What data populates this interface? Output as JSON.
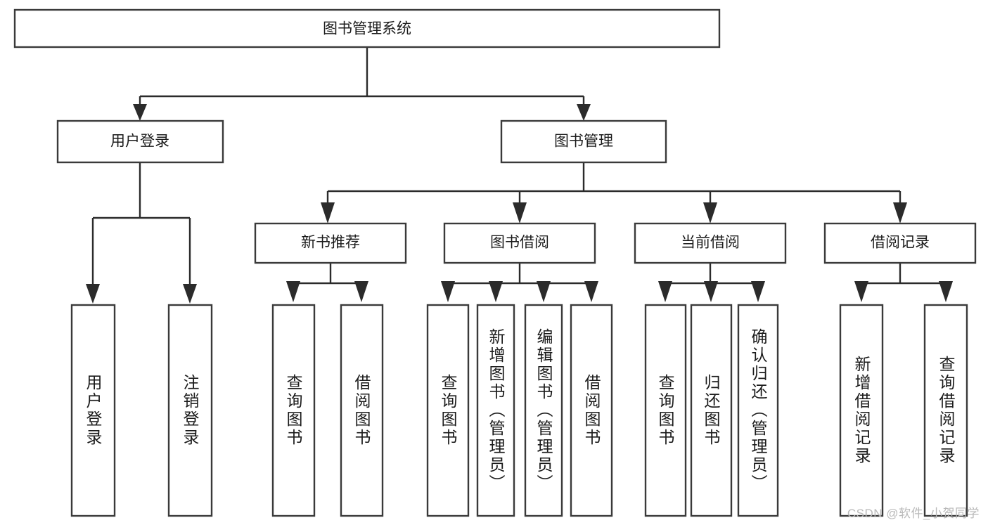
{
  "diagram": {
    "type": "tree-hierarchy",
    "title": "图书管理系统",
    "watermark": "CSDN @软件_小贺同学",
    "colors": {
      "box_stroke": "#3a3a3a",
      "connector": "#2b2b2b",
      "background": "#ffffff",
      "text": "#1b1b1b",
      "watermark": "#b9b9b9"
    },
    "levels": {
      "root": {
        "label": "图书管理系统"
      },
      "level2": [
        {
          "label": "用户登录"
        },
        {
          "label": "图书管理"
        }
      ],
      "level3": [
        {
          "label": "新书推荐"
        },
        {
          "label": "图书借阅"
        },
        {
          "label": "当前借阅"
        },
        {
          "label": "借阅记录"
        }
      ]
    },
    "nodes": {
      "root": "图书管理系统",
      "user_login": "用户登录",
      "book_manage": "图书管理",
      "new_book_rec": "新书推荐",
      "book_borrow": "图书借阅",
      "current_borrow": "当前借阅",
      "borrow_record": "借阅记录"
    },
    "leaves": {
      "user_login_children": [
        {
          "label": "用户登录"
        },
        {
          "label": "注销登录"
        }
      ],
      "new_book_rec_children": [
        {
          "label": "查询图书"
        },
        {
          "label": "借阅图书"
        }
      ],
      "book_borrow_children": [
        {
          "label": "查询图书"
        },
        {
          "label": "新增图书（管理员）"
        },
        {
          "label": "编辑图书（管理员）"
        },
        {
          "label": "借阅图书"
        }
      ],
      "current_borrow_children": [
        {
          "label": "查询图书"
        },
        {
          "label": "归还图书"
        },
        {
          "label": "确认归还（管理员）"
        }
      ],
      "borrow_record_children": [
        {
          "label": "新增借阅记录"
        },
        {
          "label": "查询借阅记录"
        }
      ]
    }
  }
}
